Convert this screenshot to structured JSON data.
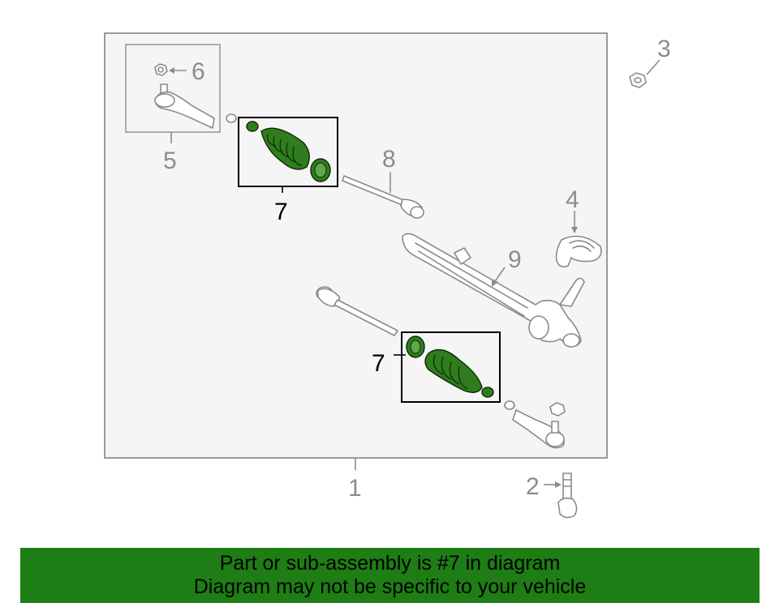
{
  "diagram": {
    "callouts": {
      "c1": "1",
      "c2": "2",
      "c3": "3",
      "c4": "4",
      "c5": "5",
      "c6": "6",
      "c7_upper": "7",
      "c7_lower": "7",
      "c8": "8",
      "c9": "9"
    },
    "highlighted_part": "7",
    "colors": {
      "highlight": "#2f7d1e",
      "banner": "#1e7d14",
      "panel": "#f5f5f5",
      "panel_border": "#9a9a9a",
      "line_grey": "#8a8a8a"
    }
  },
  "banner": {
    "line1": "Part or sub-assembly is #7 in diagram",
    "line2": "Diagram may not be specific to your vehicle"
  }
}
